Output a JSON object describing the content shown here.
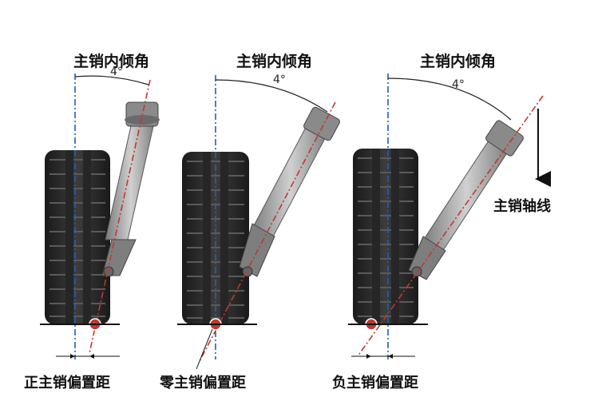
{
  "panels": [
    {
      "title": "主销内倾角",
      "angle": "4°",
      "offset_label": "正主销偏置距"
    },
    {
      "title": "主销内倾角",
      "angle": "4°",
      "offset_label": "零主销偏置距"
    },
    {
      "title": "主销内倾角",
      "angle": "4°",
      "offset_label": "负主销偏置距"
    }
  ],
  "axis_label": "主销轴线",
  "colors": {
    "tire": "#2b2b2b",
    "tire_tread": "#4a4a4a",
    "wheel_center_line": "#1f5fbf",
    "kingpin_axis": "#c0392b",
    "strut": "#9a9a9a",
    "ground": "#111111"
  }
}
